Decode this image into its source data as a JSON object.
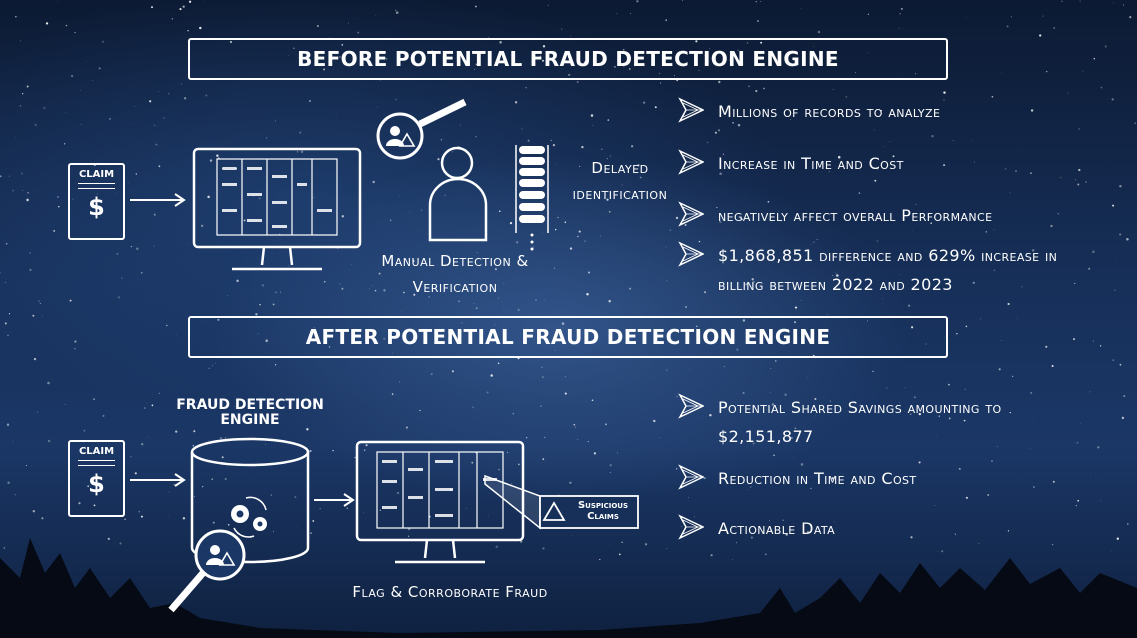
{
  "before": {
    "title": "BEFORE POTENTIAL FRAUD DETECTION ENGINE",
    "claim_label": "CLAIM",
    "dollar": "$",
    "delayed": "Delayed identification",
    "manual": "Manual Detection & Verification",
    "bullets": [
      "Millions of records to analyze",
      "Increase in Time and Cost",
      "negatively affect overall Performance",
      "$1,868,851 difference and 629% increase in billing between 2022 and 2023"
    ]
  },
  "after": {
    "title": "AFTER POTENTIAL FRAUD DETECTION ENGINE",
    "claim_label": "CLAIM",
    "dollar": "$",
    "engine": "FRAUD DETECTION ENGINE",
    "suspicious": "Suspicious Claims",
    "flag": "Flag & Corroborate Fraud",
    "bullets": [
      "Potential Shared Savings amounting to $2,151,877",
      "Reduction in Time and Cost",
      "Actionable Data"
    ]
  }
}
